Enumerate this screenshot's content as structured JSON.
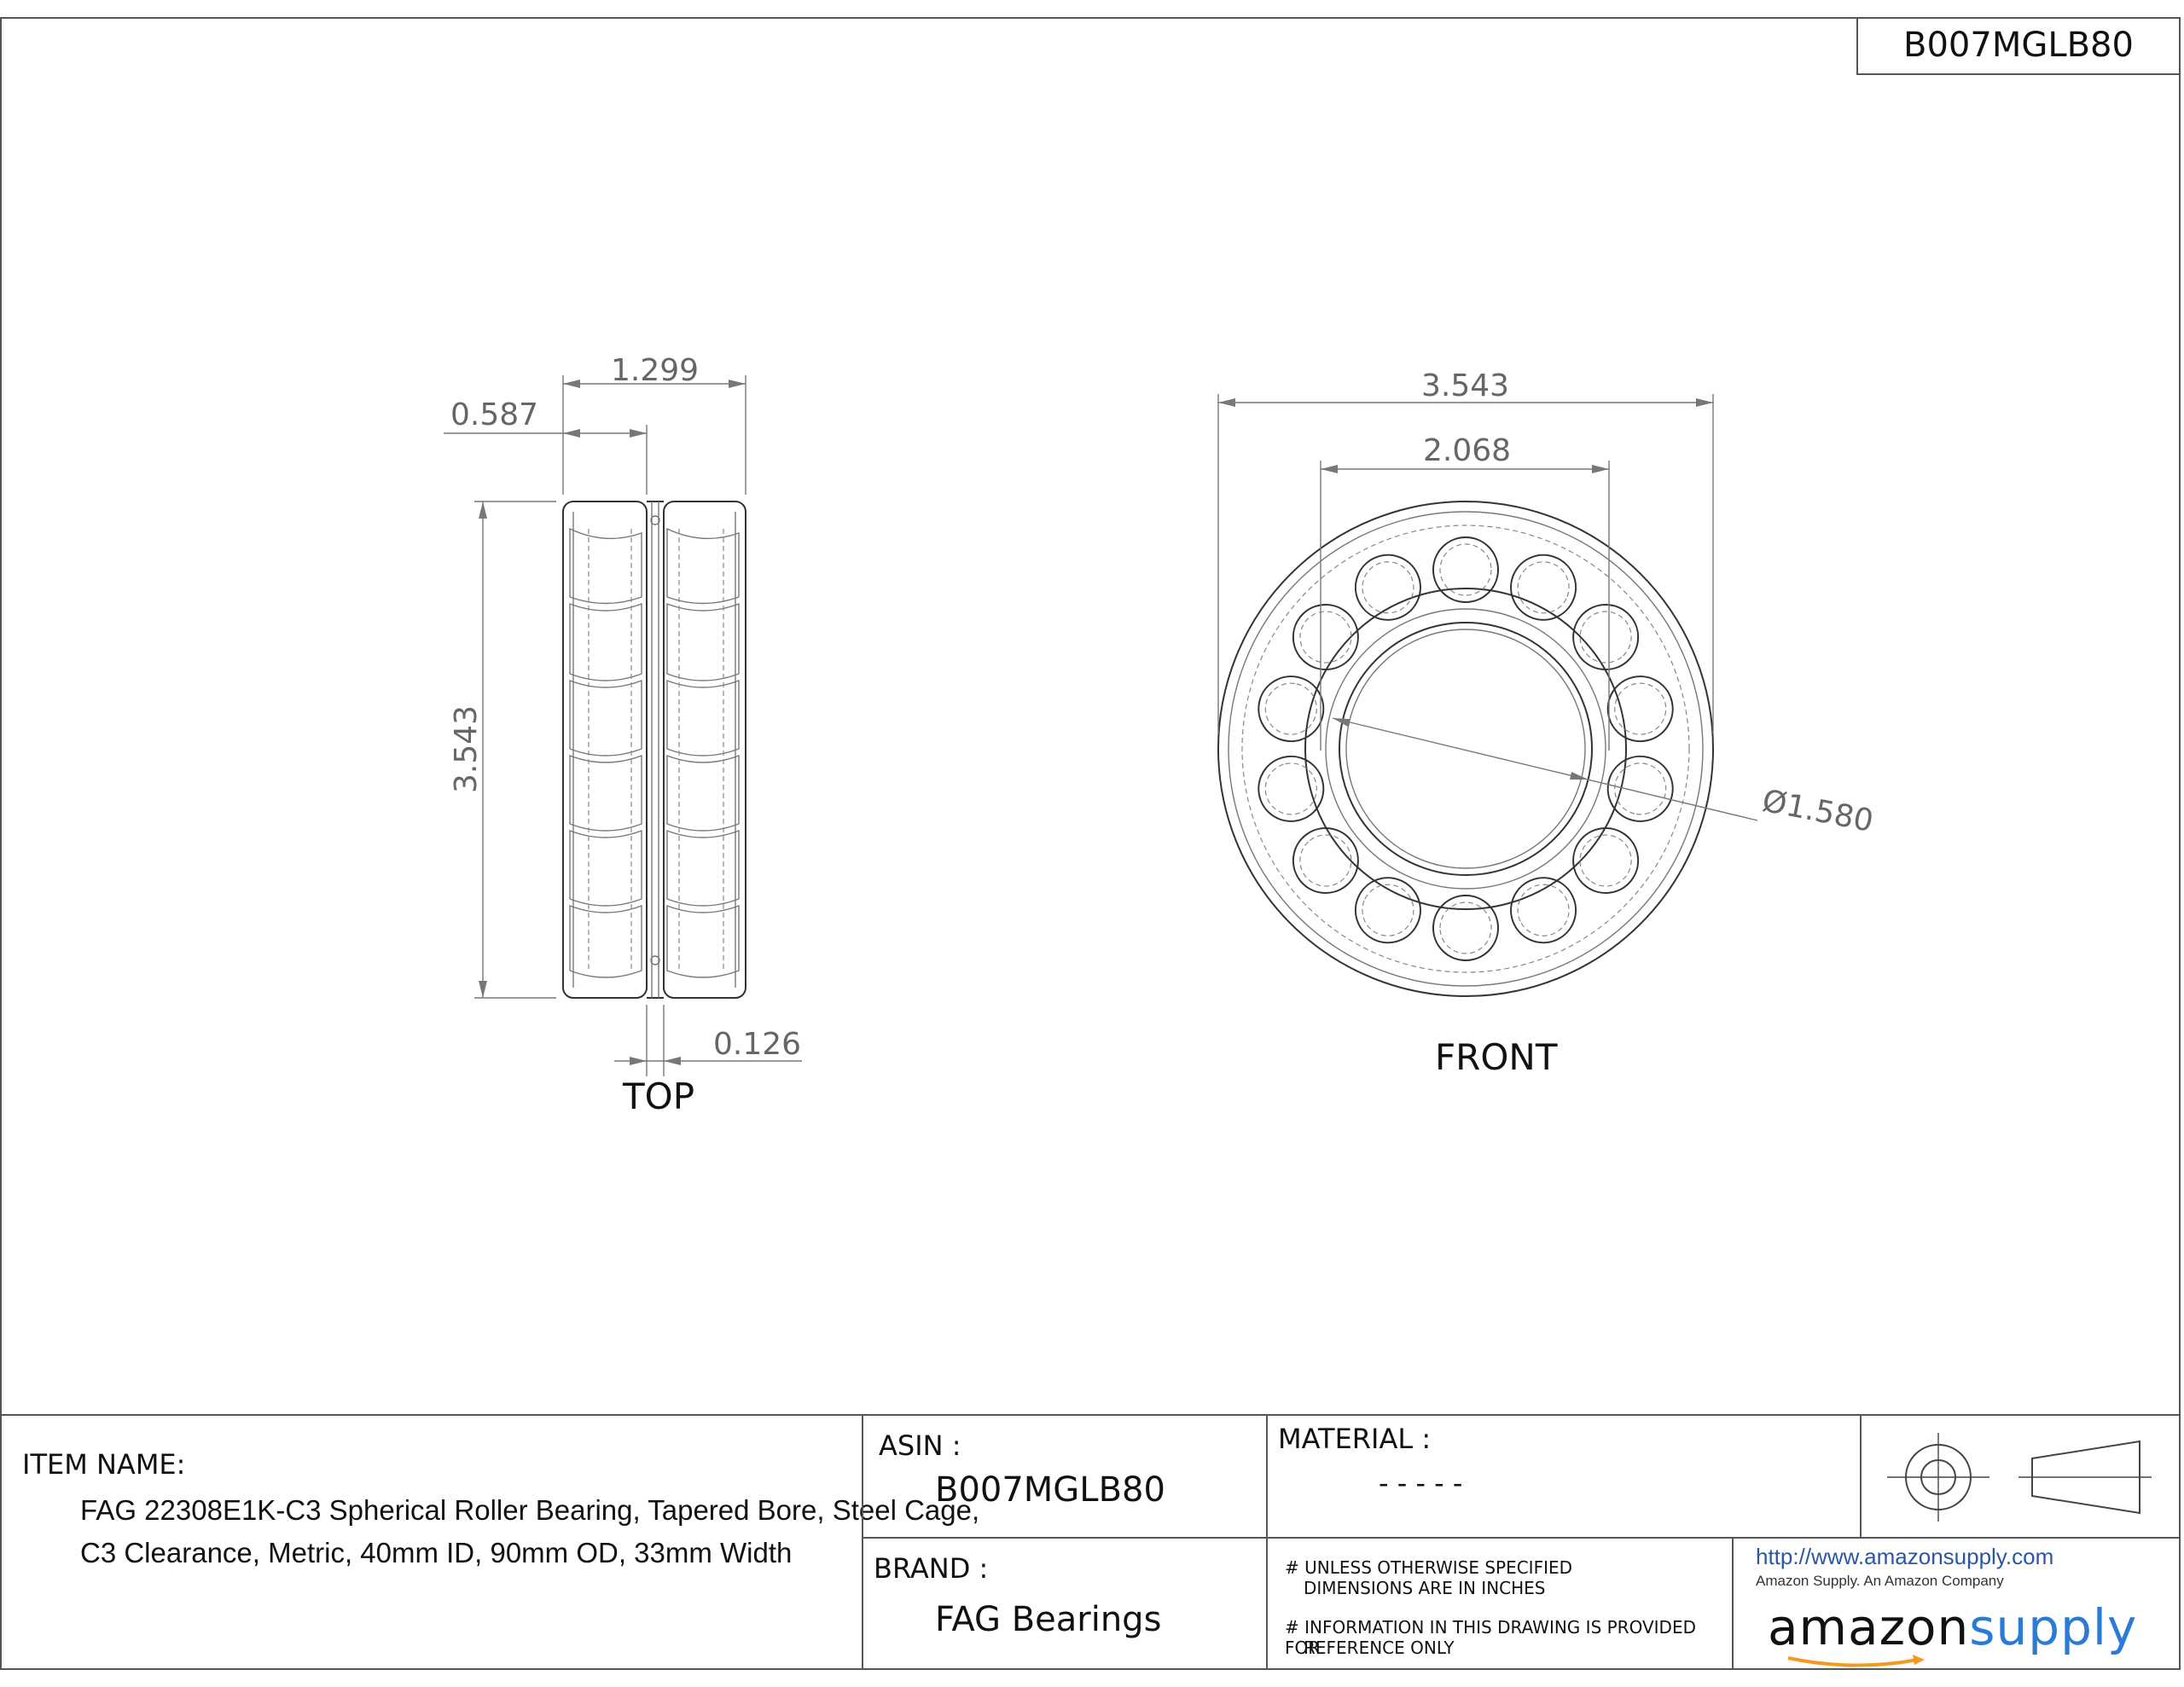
{
  "part_number": "B007MGLB80",
  "views": {
    "top": {
      "label": "TOP",
      "dims": {
        "width": "1.299",
        "half_width": "0.587",
        "height": "3.543",
        "gap": "0.126"
      }
    },
    "front": {
      "label": "FRONT",
      "dims": {
        "outer_diameter": "3.543",
        "pitch": "2.068",
        "bore": "Ø1.580"
      }
    }
  },
  "title_block": {
    "item_name_label": "ITEM NAME:",
    "item_name_line1": "FAG 22308E1K-C3 Spherical Roller Bearing, Tapered Bore, Steel Cage,",
    "item_name_line2": "C3 Clearance, Metric, 40mm ID, 90mm OD, 33mm Width",
    "asin_label": "ASIN :",
    "asin_value": "B007MGLB80",
    "material_label": "MATERIAL :",
    "material_value": "- - - - -",
    "brand_label": "BRAND :",
    "brand_value": "FAG Bearings",
    "note1_line1": "# UNLESS OTHERWISE SPECIFIED",
    "note1_line2": "DIMENSIONS ARE IN INCHES",
    "note2_line1": "# INFORMATION IN THIS DRAWING IS PROVIDED FOR",
    "note2_line2": "REFERENCE ONLY",
    "url": "http://www.amazonsupply.com",
    "tagline": "Amazon Supply. An Amazon Company",
    "logo_part1": "amazon",
    "logo_part2": "supply"
  }
}
